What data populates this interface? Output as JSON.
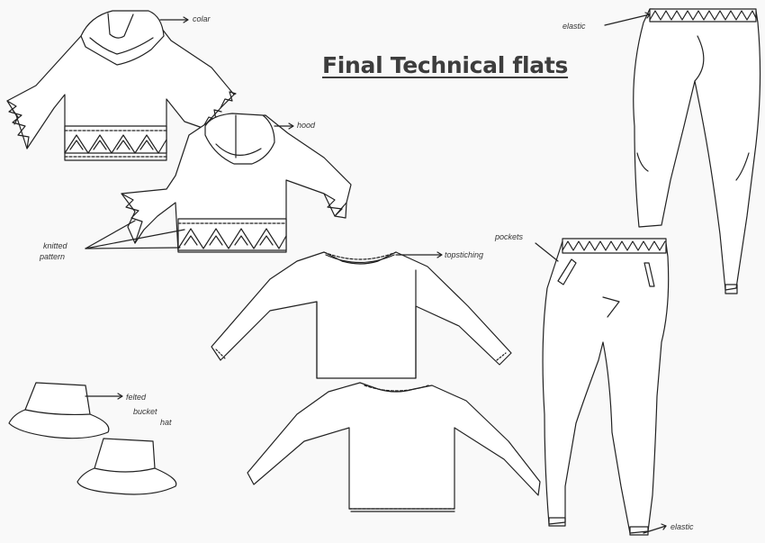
{
  "title": "Final Technical flats",
  "annotations": {
    "collar": "colar",
    "hood": "hood",
    "knitted_pattern_line1": "knitted",
    "knitted_pattern_line2": "pattern",
    "top_stitching": "topstiching",
    "elastic_top": "elastic",
    "pockets": "pockets",
    "elastic_bottom": "elastic",
    "hat_line1": "felted",
    "hat_line2": "bucket",
    "hat_line3": "hat"
  },
  "garments": [
    "hoodie-front",
    "hoodie-back",
    "long-sleeve-top-front",
    "long-sleeve-top-back",
    "bucket-hat-front",
    "bucket-hat-back",
    "leggings-front",
    "joggers-front"
  ],
  "colors": {
    "ink": "#222222",
    "paper": "#f9f9f9",
    "title": "#3d3d3d"
  }
}
